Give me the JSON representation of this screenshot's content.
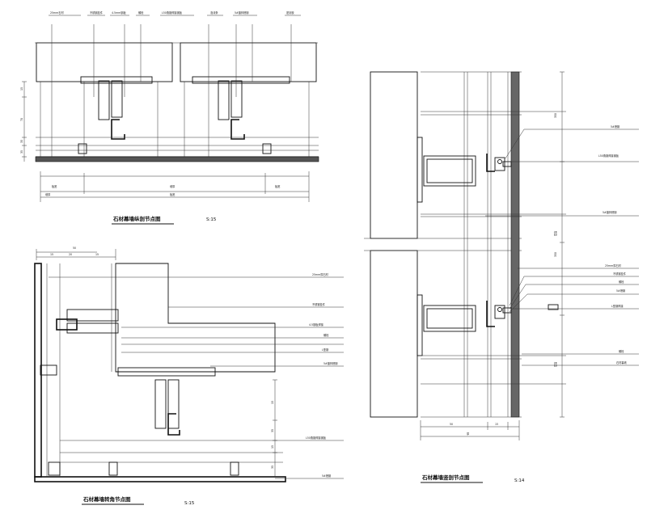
{
  "drawings": {
    "top_left": {
      "title": "石材幕墙纵剖节点图",
      "scale": "S:15",
      "callouts": [
        "25mm石材",
        "不锈钢挂件",
        "4.5mm钢板",
        "螺栓",
        "L50角钢焊接钢板",
        "泡沫条",
        "5#镀锌槽钢",
        "密封胶"
      ],
      "side_dims": [
        "15",
        "15",
        "70",
        "35",
        "35",
        "15"
      ],
      "bottom_dims": [
        "板宽",
        "墙厚",
        "板宽",
        "墙厚",
        "板宽"
      ]
    },
    "bottom_left": {
      "title": "石材幕墙转角节点图",
      "scale": "S:15",
      "top_dims": [
        "50",
        "15",
        "20",
        "15"
      ],
      "callouts": [
        "25mm厚石材",
        "不锈钢挂件",
        "4.5钢板焊接",
        "螺栓",
        "L型钢",
        "5#镀锌槽钢",
        "L50角钢焊接钢板",
        "5#槽钢"
      ],
      "side_dims": [
        "15",
        "35",
        "15",
        "35"
      ]
    },
    "right": {
      "title": "石材幕墙竖剖节点图",
      "scale": "S:14",
      "callouts": [
        "5#槽钢",
        "L50角钢焊接钢板",
        "5#镀锌槽钢",
        "25mm厚石材",
        "不锈钢挂件",
        "螺栓",
        "5#槽钢",
        "L型钢焊接",
        "螺栓",
        "石材幕墙"
      ],
      "side_dims": [
        "350",
        "层高",
        "350",
        "层高"
      ],
      "bottom_dims": [
        "50",
        "15",
        "厚"
      ]
    }
  }
}
